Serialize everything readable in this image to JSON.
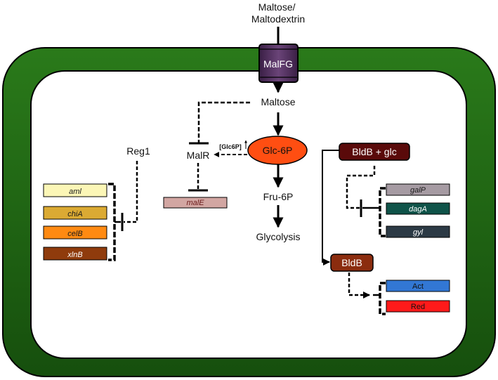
{
  "colors": {
    "cell_wall": "#1e5f12",
    "outline": "#000000",
    "transporter": "#4a2c55",
    "glc6p_node": "#ff4e12",
    "bldb_glc": "#5a0a0a",
    "bldb": "#8b2c0e",
    "aml": "#fbf6b6",
    "chiA": "#dbaa33",
    "celB": "#ff8a12",
    "xlnB": "#8f3b0c",
    "malE": "#d2a6a2",
    "galP": "#a69ba3",
    "dagA": "#0f5349",
    "gyl": "#2c3a45",
    "act": "#3277d4",
    "red": "#ff1a1a"
  },
  "labels": {
    "substrate": "Maltose/\nMaltodextrin",
    "transporter": "MalFG",
    "maltose": "Maltose",
    "glc6p": "Glc-6P",
    "fru6p": "Fru-6P",
    "glycolysis": "Glycolysis",
    "malr": "MalR",
    "glc6p_signal": "[Glc6P]",
    "reg1": "Reg1",
    "bldb_glc": "BldB + glc",
    "bldb": "BldB"
  },
  "genes": {
    "reg1_targets": [
      "aml",
      "chiA",
      "celB",
      "xlnB"
    ],
    "malr_target": "malE",
    "bldb_glc_targets": [
      "galP",
      "dagA",
      "gyl"
    ],
    "bldb_targets": [
      "Act",
      "Red"
    ]
  }
}
